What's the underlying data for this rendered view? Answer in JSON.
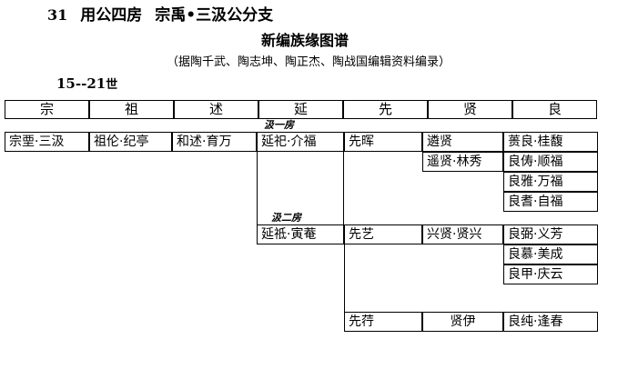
{
  "header": {
    "section_number": "31",
    "title_main": "用公四房",
    "title_sub": "宗禹•三汲公分支",
    "subtitle": "新编族缘图谱",
    "note": "（据陶千武、陶志坤、陶正杰、陶战国编辑资料编录）",
    "generation_range": "15--21",
    "generation_unit": "世"
  },
  "table": {
    "columns": [
      {
        "key": "zong",
        "label": "宗"
      },
      {
        "key": "zu",
        "label": "祖"
      },
      {
        "key": "shu",
        "label": "述"
      },
      {
        "key": "yan",
        "label": "延"
      },
      {
        "key": "xian",
        "label": "先"
      },
      {
        "key": "xian2",
        "label": "贤"
      },
      {
        "key": "liang",
        "label": "良"
      }
    ],
    "branches": [
      {
        "marker": "汲一房",
        "rows": [
          {
            "zong": "宗垔·三汲",
            "zu": "祖伦·纪亭",
            "shu": "和述·育万",
            "yan": "延祀·介福",
            "xian": "先晖",
            "xian2": "遴贤",
            "liang": "蒉良·桂馥"
          },
          {
            "xian2": "遥贤·林秀",
            "liang": "良俦·顺福"
          },
          {
            "liang": "良雅·万福"
          },
          {
            "liang": "良耆·自福"
          }
        ]
      },
      {
        "marker": "汲二房",
        "rows": [
          {
            "yan": "延祗·寅菴",
            "xian": "先艺",
            "xian2": "兴贤·贤兴",
            "liang": "良弼·义芳"
          },
          {
            "liang": "良慕·美成"
          },
          {
            "liang": "良甲·庆云"
          },
          {
            "xian": "先荇",
            "xian2": "贤伊",
            "liang": "良纯·逢春"
          }
        ]
      }
    ]
  }
}
